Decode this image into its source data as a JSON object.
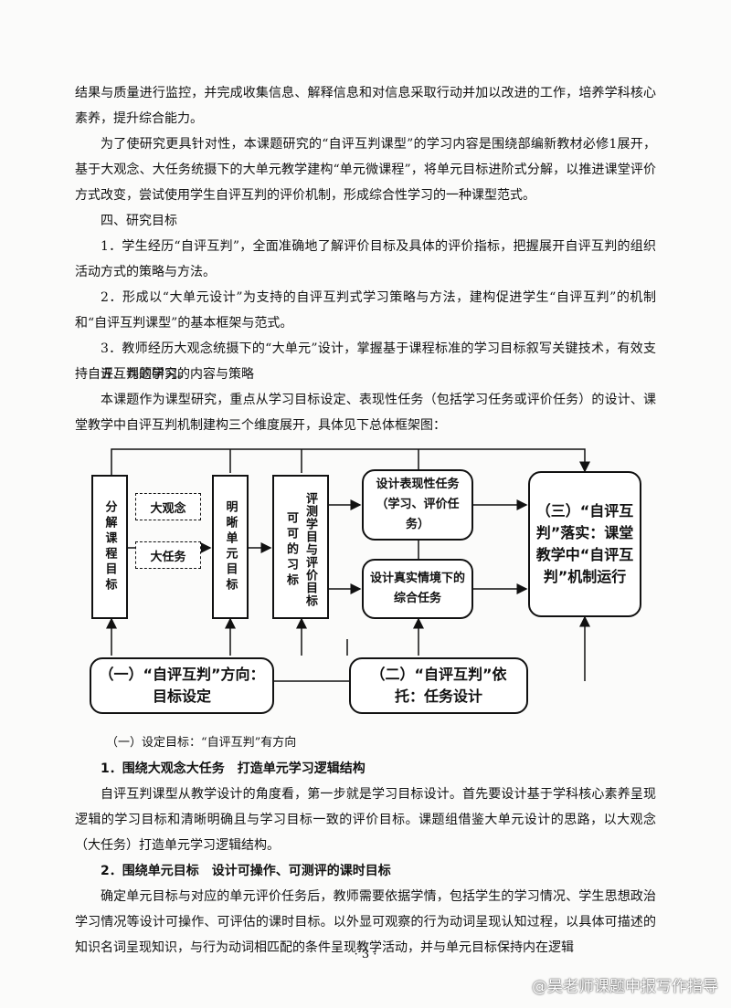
{
  "paragraphs": {
    "p1": "结果与质量进行监控，并完成收集信息、解释信息和对信息采取行动并加以改进的工作，培养学科核心素养，提升综合能力。",
    "p2": "为了使研究更具针对性，本课题研究的“自评互判课型”的学习内容是围绕部编新教材必修1展开，基于大观念、大任务统摄下的大单元教学建构“单元微课程”，将单元目标进阶式分解，以推进课堂评价方式改变，尝试使用学生自评互判的评价机制，形成综合性学习的一种课型范式。",
    "h4": "四、研究目标",
    "g1": "1．学生经历“自评互判”，全面准确地了解评价目标及具体的评价指标，把握展开自评互判的组织活动方式的策略与方法。",
    "g2": "2．形成以“大单元设计”为支持的自评互判式学习策略与方法，建构促进学生“自评互判”的机制和“自评互判课型”的基本框架与范式。",
    "g3": "3．教师经历大观念统摄下的“大单元”设计，掌握基于课程标准的学习目标叙写关键技术，有效支持自评互判的学习。",
    "h5": "五、课题研究的内容与策略",
    "p5": "本课题作为课型研究，重点从学习目标设定、表现性任务（包括学习任务或评价任务）的设计、课堂教学中自评互判机制建构三个维度展开，具体见下总体框架图：",
    "s1": "（一）设定目标：“自评互判”有方向",
    "s1_1": "1．围绕大观念大任务　打造单元学习逻辑结构",
    "p6": "自评互判课型从教学设计的角度看，第一步就是学习目标设计。首先要设计基于学科核心素养呈现逻辑的学习目标和清晰明确且与学习目标一致的评价目标。课题组借鉴大单元设计的思路，以大观念（大任务）打造单元学习逻辑结构。",
    "s1_2": "2．围绕单元目标　设计可操作、可测评的课时目标",
    "p7": "确定单元目标与对应的单元评价任务后，教师需要依据学情，包括学生的学习情况、学生思想政治学习情况等设计可操作、可评估的课时目标。以外显可观察的行为动词呈现认知过程，以具体可描述的知识名词呈现知识，与行为动词相匹配的条件呈现教学活动，并与单元目标保持内在逻辑"
  },
  "diagram": {
    "decompose": "分解课程目标",
    "big_concept": "大观念",
    "big_task": "大任务",
    "clear_unit": "明晰单元目标",
    "measurable": "可可的习标",
    "evaluate": "评测学目与评价目标",
    "design_perf": "设计表现性任务（学习、评价任务）",
    "design_real": "设计真实情境下的综合任务",
    "landing": "（三）“自评互判”落实：课堂教学中“自评互判”机制运行",
    "direction": "（一）“自评互判”方向：目标设定",
    "support": "（二）“自评互判”依托：任务设计"
  },
  "page_number": "· 3 ·",
  "watermark": "@吴老师课题申报写作指导"
}
